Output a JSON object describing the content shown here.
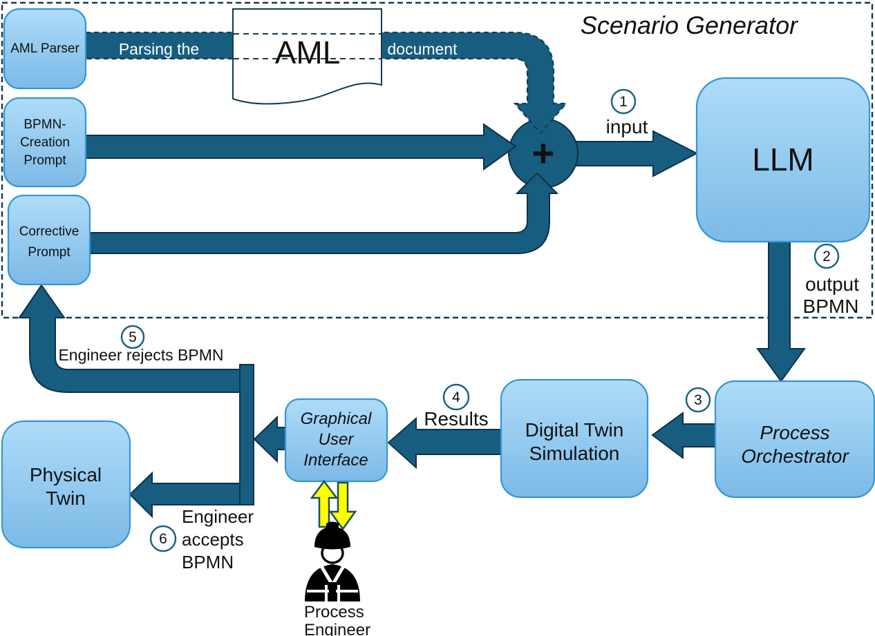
{
  "title": "Scenario Generator",
  "boxes": {
    "aml_parser": "AML Parser",
    "bpmn_creation_prompt": [
      "BPMN-",
      "Creation",
      "Prompt"
    ],
    "corrective_prompt": [
      "Corrective",
      "Prompt"
    ],
    "llm": "LLM",
    "process_orchestrator": [
      "Process",
      "Orchestrator"
    ],
    "digital_twin_simulation": [
      "Digital Twin",
      "Simulation"
    ],
    "gui": [
      "Graphical",
      "User",
      "Interface"
    ],
    "physical_twin": [
      "Physical",
      "Twin"
    ]
  },
  "document": {
    "label": "AML"
  },
  "flow": {
    "parsing_prefix": "Parsing the",
    "parsing_suffix": "document"
  },
  "merge": {
    "symbol": "+"
  },
  "steps": {
    "s1": {
      "num": "1",
      "label": "input"
    },
    "s2": {
      "num": "2",
      "line1": "output",
      "line2": "BPMN"
    },
    "s3": {
      "num": "3"
    },
    "s4": {
      "num": "4",
      "label": "Results"
    },
    "s5": {
      "num": "5",
      "label": "Engineer rejects BPMN"
    },
    "s6": {
      "num": "6",
      "label": [
        "Engineer",
        "accepts",
        "BPMN"
      ]
    }
  },
  "actor": {
    "label": [
      "Process",
      "Engineer"
    ]
  },
  "colors": {
    "connector": "#175D80",
    "connector_outline": "#0D3246",
    "box_fill_top": "#AEDCF8",
    "box_fill_bottom": "#7CBAE7",
    "box_border": "#3596D2",
    "dashed_border": "#14394E",
    "number_circle_border": "#1B6286",
    "band_text": "#FFFFFF",
    "actor_arrow_fill": "#FFFF00",
    "actor_icon": "#000000",
    "text": "#111111"
  }
}
